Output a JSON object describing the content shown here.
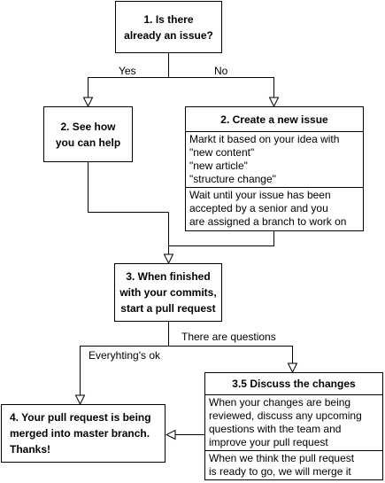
{
  "nodes": {
    "q1": {
      "line1": "1. Is there",
      "line2": "already an issue?"
    },
    "see_help": {
      "line1": "2. See how",
      "line2": "you can help"
    },
    "create_issue": {
      "title": "2. Create a new issue",
      "section1": [
        "Markt it based on your idea with",
        "\"new content\"",
        "\"new article\"",
        "\"structure change\""
      ],
      "section2": [
        "Wait until your issue has been",
        "accepted by a senior and you",
        "are assigned a branch to work on"
      ]
    },
    "finished": {
      "line1": "3. When finished",
      "line2": "with your commits,",
      "line3": "start a pull request"
    },
    "discuss": {
      "title": "3.5 Discuss the changes",
      "section1": [
        "When your changes are being",
        "reviewed, discuss any upcoming",
        "questions with the team and",
        "improve your pull request"
      ],
      "section2": [
        "When we think the pull request",
        "is ready to go, we will merge it"
      ]
    },
    "merged": {
      "line1": "4. Your pull request is being",
      "line2": "merged into master branch.",
      "line3": "Thanks!"
    }
  },
  "edges": {
    "yes": "Yes",
    "no": "No",
    "questions": "There are questions",
    "ok": "Everyhting's ok"
  }
}
